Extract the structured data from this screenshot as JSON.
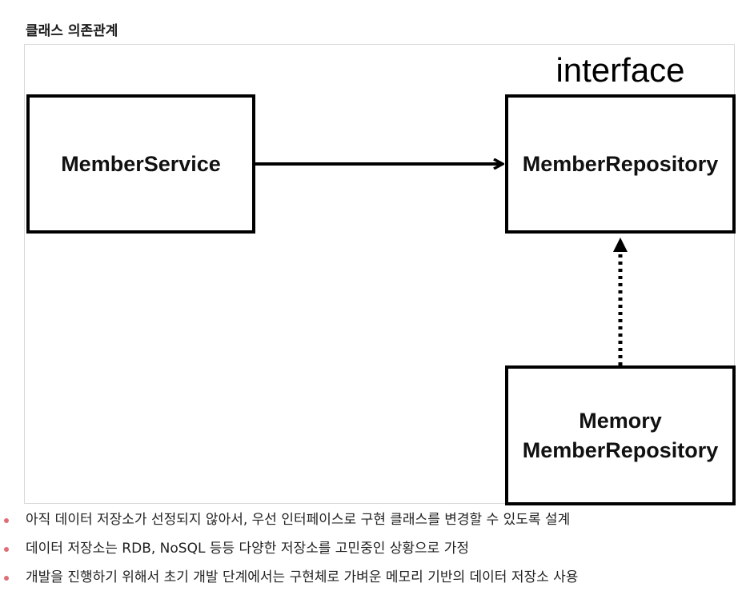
{
  "section_title": "클래스 의존관계",
  "diagram": {
    "interface_label": "interface",
    "boxes": {
      "member_service": "MemberService",
      "member_repository": "MemberRepository",
      "memory_line1": "Memory",
      "memory_line2": "MemberRepository"
    },
    "arrow_color": "#000000"
  },
  "notes": [
    "아직 데이터 저장소가 선정되지 않아서, 우선 인터페이스로 구현 클래스를 변경할 수 있도록 설계",
    "데이터 저장소는 RDB, NoSQL 등등 다양한 저장소를 고민중인 상황으로 가정",
    "개발을 진행하기 위해서 초기 개발 단계에서는 구현체로 가벼운 메모리 기반의 데이터 저장소 사용"
  ],
  "bullet_color": "#e06c75"
}
